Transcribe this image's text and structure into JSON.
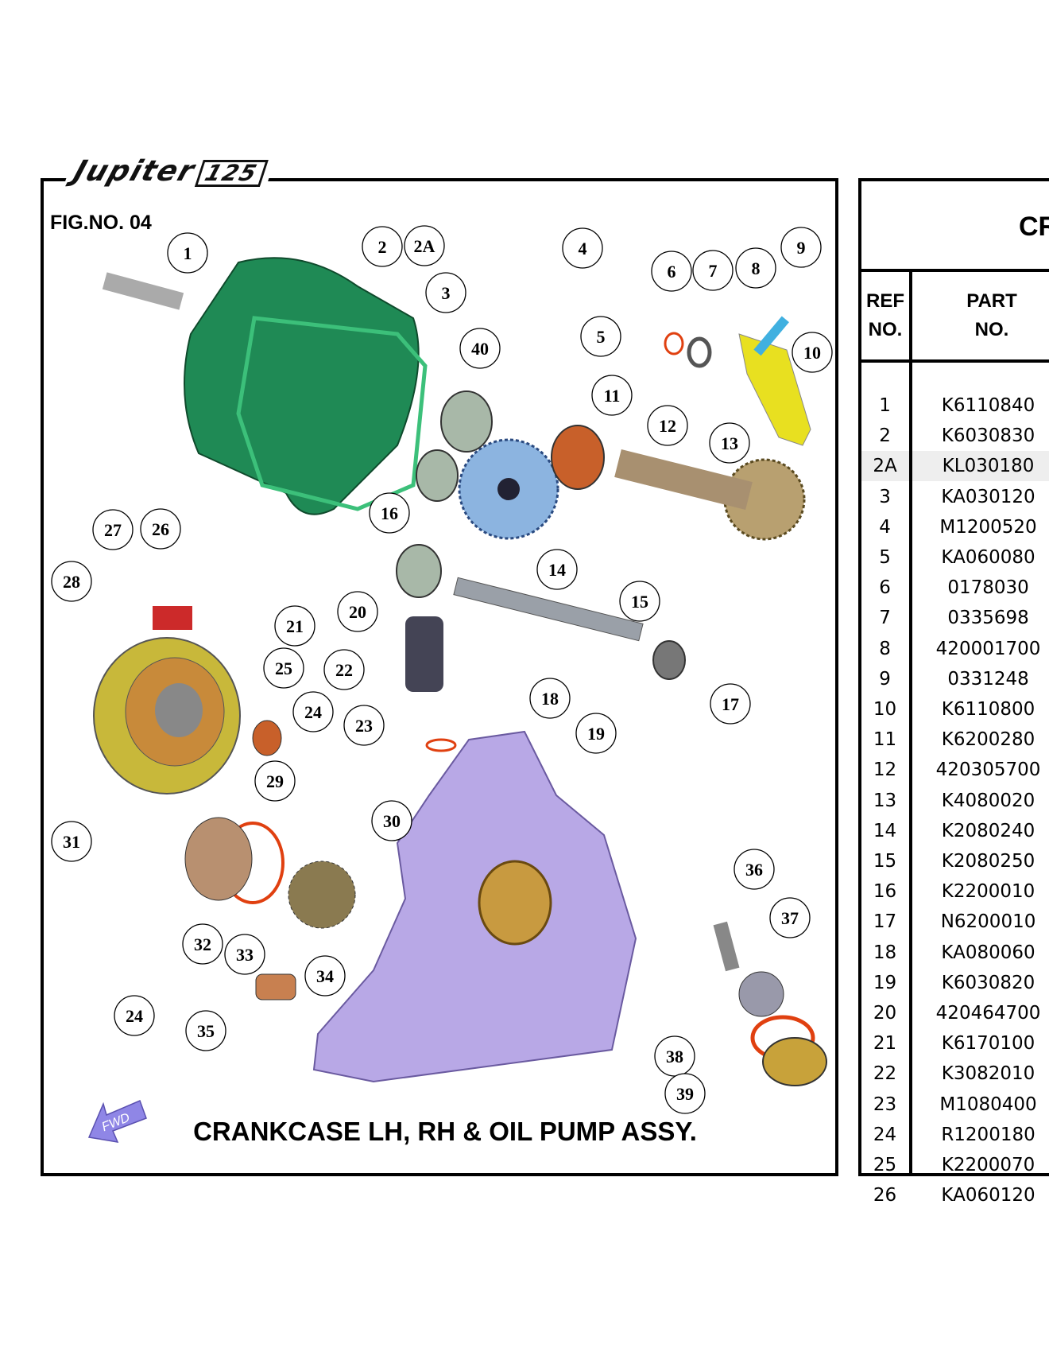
{
  "header": {
    "logo_text": "Jupiter",
    "logo_number": "125"
  },
  "figure": {
    "fig_no": "FIG.NO. 04",
    "caption": "CRANKCASE LH, RH & OIL PUMP ASSY.",
    "fwd_label": "FWD",
    "callouts": [
      "1",
      "2",
      "2A",
      "3",
      "4",
      "5",
      "6",
      "7",
      "8",
      "9",
      "10",
      "11",
      "12",
      "13",
      "14",
      "15",
      "16",
      "17",
      "18",
      "19",
      "20",
      "21",
      "22",
      "23",
      "24",
      "24",
      "25",
      "26",
      "27",
      "28",
      "29",
      "30",
      "31",
      "32",
      "33",
      "34",
      "35",
      "36",
      "37",
      "38",
      "39",
      "40"
    ],
    "colors": {
      "cover_lh": "#1f8a55",
      "crankcase_rh": "#b8a8e6",
      "gasket": "#c8a23a",
      "gear": "#8cb4e0",
      "shaft": "#9aa0a8",
      "seal": "#c8602a",
      "oring": "#e04010",
      "stator": "#c8b83a",
      "arm": "#e8e020",
      "fwd_arrow": "#8f86e6"
    }
  },
  "table": {
    "title_fragment": "CR",
    "col_ref_l1": "REF",
    "col_ref_l2": "NO.",
    "col_part_l1": "PART",
    "col_part_l2": "NO.",
    "highlight_row": "2A",
    "rows": [
      {
        "ref": "1",
        "part": "K6110840"
      },
      {
        "ref": "2",
        "part": "K6030830"
      },
      {
        "ref": "2A",
        "part": "KL030180"
      },
      {
        "ref": "3",
        "part": "KA030120"
      },
      {
        "ref": "4",
        "part": "M1200520"
      },
      {
        "ref": "5",
        "part": "KA060080"
      },
      {
        "ref": "6",
        "part": "0178030"
      },
      {
        "ref": "7",
        "part": "0335698"
      },
      {
        "ref": "8",
        "part": "420001700"
      },
      {
        "ref": "9",
        "part": "0331248"
      },
      {
        "ref": "10",
        "part": "K6110800"
      },
      {
        "ref": "11",
        "part": "K6200280"
      },
      {
        "ref": "12",
        "part": "420305700"
      },
      {
        "ref": "13",
        "part": "K4080020"
      },
      {
        "ref": "14",
        "part": "K2080240"
      },
      {
        "ref": "15",
        "part": "K2080250"
      },
      {
        "ref": "16",
        "part": "K2200010"
      },
      {
        "ref": "17",
        "part": "N6200010"
      },
      {
        "ref": "18",
        "part": "KA080060"
      },
      {
        "ref": "19",
        "part": "K6030820"
      },
      {
        "ref": "20",
        "part": "420464700"
      },
      {
        "ref": "21",
        "part": "K6170100"
      },
      {
        "ref": "22",
        "part": "K3082010"
      },
      {
        "ref": "23",
        "part": "M1080400"
      },
      {
        "ref": "24",
        "part": "R1200180"
      },
      {
        "ref": "25",
        "part": "K2200070"
      },
      {
        "ref": "26",
        "part": "KA060120"
      }
    ]
  }
}
